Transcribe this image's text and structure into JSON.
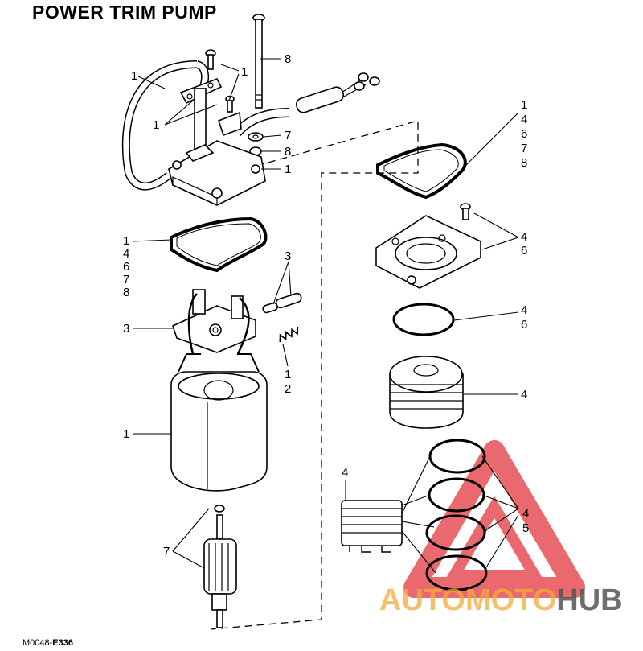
{
  "title": "POWER TRIM PUMP",
  "figure_code": {
    "prefix": "M0048-",
    "suffix": "E336"
  },
  "callouts": {
    "hose": "1",
    "screws_top": "1",
    "screws_left": "1",
    "long_bolt": "8",
    "washer_7": "7",
    "washer_8": "8",
    "end_cap": "1",
    "gasket_left": [
      "1",
      "4",
      "6",
      "7",
      "8"
    ],
    "pins": "3",
    "brush_plate": "3",
    "spring": [
      "1",
      "2"
    ],
    "housing": "1",
    "armature": "7",
    "gasket_right": [
      "1",
      "4",
      "6",
      "7",
      "8"
    ],
    "pump_cover": [
      "4",
      "6"
    ],
    "o_ring": [
      "4",
      "6"
    ],
    "pump_body": "4",
    "gear_stack": "4",
    "seal_rings": [
      "4",
      "5"
    ]
  },
  "watermark": {
    "part1": "AUTO",
    "part2": "MOTO",
    "part3": "HUB",
    "color1": "#f2a93b",
    "color2": "#555555",
    "triangle_color": "#e4373f"
  }
}
